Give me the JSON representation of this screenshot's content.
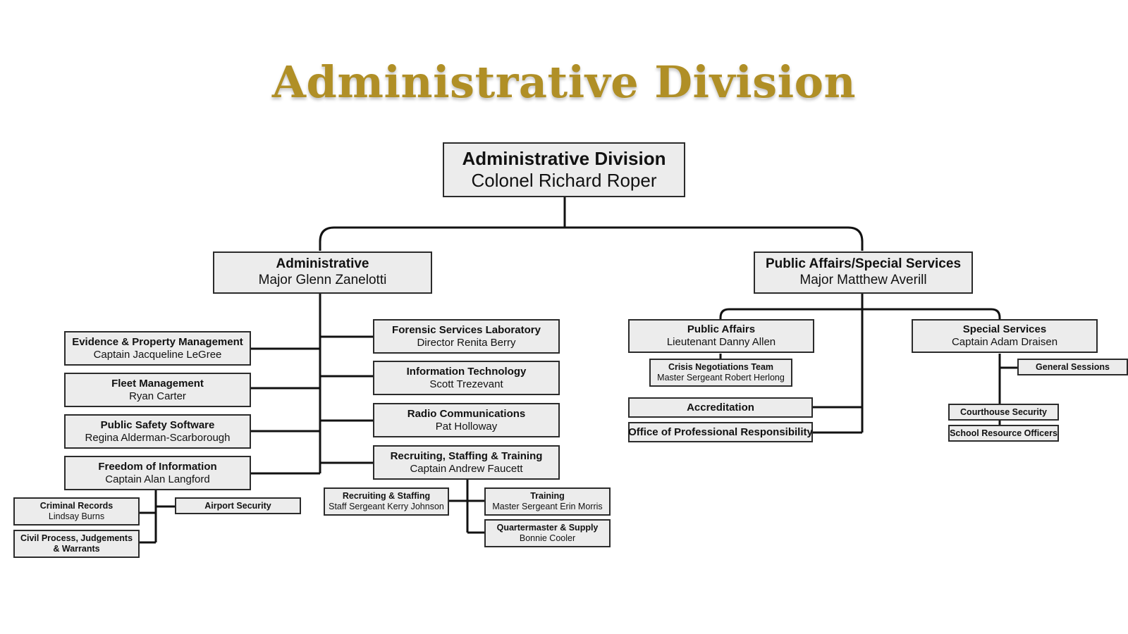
{
  "title": "Administrative Division",
  "top": {
    "name": "Administrative Division",
    "person": "Colonel Richard Roper"
  },
  "admin": {
    "name": "Administrative",
    "person": "Major Glenn Zanelotti"
  },
  "pass": {
    "name": "Public Affairs/Special Services",
    "person": "Major Matthew Averill"
  },
  "evidence": {
    "name": "Evidence & Property Management",
    "person": "Captain Jacqueline LeGree"
  },
  "fleet": {
    "name": "Fleet Management",
    "person": "Ryan Carter"
  },
  "pss": {
    "name": "Public Safety Software",
    "person": "Regina Alderman-Scarborough"
  },
  "foi": {
    "name": "Freedom of Information",
    "person": "Captain Alan Langford"
  },
  "criminal_records": {
    "name": "Criminal Records",
    "person": "Lindsay Burns"
  },
  "civil_process": {
    "line1": "Civil Process, Judgements",
    "line2": "& Warrants"
  },
  "airport": {
    "name": "Airport Security"
  },
  "forensic": {
    "name": "Forensic Services Laboratory",
    "person": "Director Renita Berry"
  },
  "it": {
    "name": "Information Technology",
    "person": "Scott Trezevant"
  },
  "radio": {
    "name": "Radio Communications",
    "person": "Pat Holloway"
  },
  "rst": {
    "name": "Recruiting, Staffing & Training",
    "person": "Captain Andrew Faucett"
  },
  "recruiting": {
    "name": "Recruiting & Staffing",
    "person": "Staff Sergeant Kerry Johnson"
  },
  "training": {
    "name": "Training",
    "person": "Master Sergeant Erin Morris"
  },
  "qm": {
    "name": "Quartermaster & Supply",
    "person": "Bonnie Cooler"
  },
  "public_affairs": {
    "name": "Public Affairs",
    "person": "Lieutenant Danny Allen"
  },
  "crisis": {
    "name": "Crisis Negotiations Team",
    "person": "Master Sergeant Robert Herlong"
  },
  "accreditation": {
    "name": "Accreditation"
  },
  "opr": {
    "name": "Office of Professional Responsibility"
  },
  "special": {
    "name": "Special Services",
    "person": "Captain Adam Draisen"
  },
  "general_sessions": {
    "name": "General Sessions"
  },
  "courthouse": {
    "name": "Courthouse Security"
  },
  "sro": {
    "name": "School Resource Officers"
  }
}
